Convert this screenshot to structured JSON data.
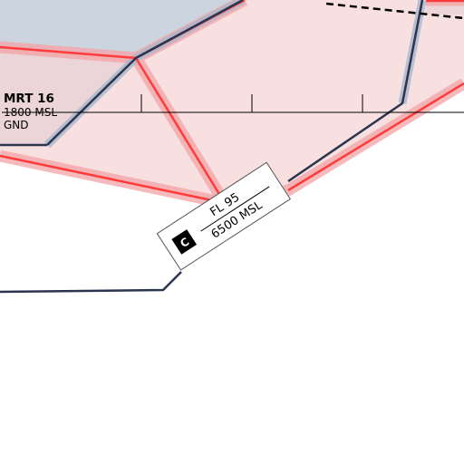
{
  "map": {
    "mrt_label": {
      "name": "MRT 16",
      "upper": "1800 MSL",
      "lower": "GND"
    },
    "airspace_label": {
      "class": "C",
      "upper": "FL 95",
      "lower": "6500 MSL"
    },
    "colors": {
      "background": "#ffffff",
      "restricted_fill": "#f6d5d5",
      "restricted_border": "#ff3b3b",
      "restricted_halo": "#f4a3a6",
      "ctr_fill": "#c3ccd9",
      "boundary_line": "#2b3550",
      "mrt_line": "#000000",
      "class_badge": "#000000"
    }
  }
}
